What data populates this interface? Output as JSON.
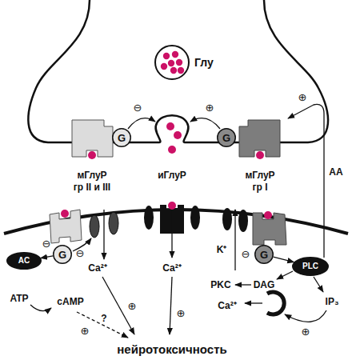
{
  "diagram": {
    "nodes": [
      {
        "text": [
          "Глу"
        ]
      },
      {
        "text": [
          "G"
        ]
      },
      {
        "text": [
          "G"
        ]
      },
      {
        "text": [
          "G"
        ]
      },
      {
        "text": [
          "G"
        ]
      },
      {
        "text": [
          "AC"
        ]
      },
      {
        "text": [
          "PLC"
        ]
      }
    ],
    "edges": [
      {
        "from": 3,
        "to": 5,
        "arrow": "to"
      },
      {
        "from": 4,
        "to": 6,
        "arrow": "to"
      }
    ],
    "labels": [
      "мГлуР гр II и III",
      "иГлуР",
      "мГлуР гр I",
      "AA",
      "⊖",
      "⊕",
      "⊕",
      "⊖",
      "⊖",
      "Ca²⁺",
      "Ca²⁺",
      "K⁺",
      "PKC",
      "DAG",
      "IP₃",
      "⊖",
      "Ca²⁺",
      "⊕",
      "ATP",
      "cAMP",
      "?",
      "⊕",
      "⊕",
      "⊕",
      "нейротоксичность"
    ]
  }
}
